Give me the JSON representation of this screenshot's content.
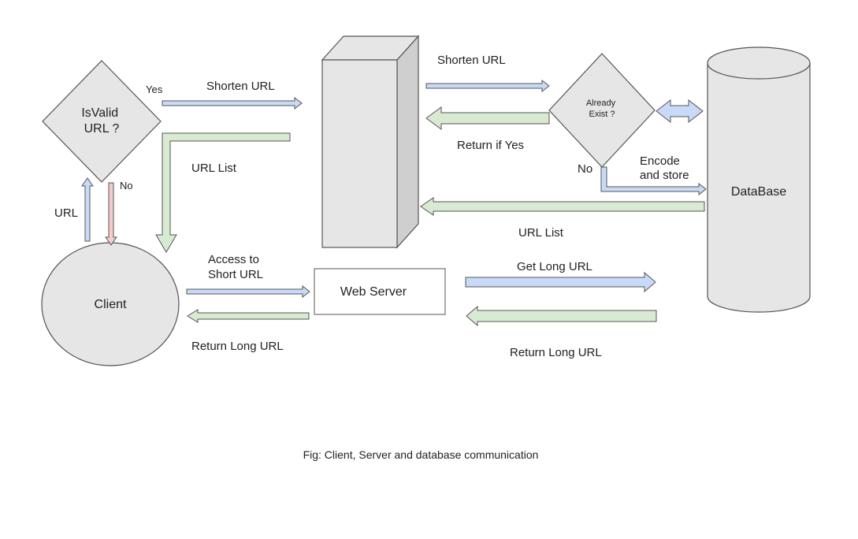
{
  "colors": {
    "blue_fill": "#c9daf8",
    "green_fill": "#d9ead3",
    "red_fill": "#f4cccc",
    "shape_fill": "#e6e6e6",
    "stroke": "#555555"
  },
  "nodes": {
    "is_valid": "IsValid\nURL ?",
    "already_exist": "Already\nExist ?",
    "client": "Client",
    "web_server": "Web Server",
    "database": "DataBase"
  },
  "labels": {
    "yes": "Yes",
    "no_left": "No",
    "url": "URL",
    "shorten_url_1": "Shorten URL",
    "shorten_url_2": "Shorten URL",
    "url_list_1": "URL List",
    "url_list_2": "URL List",
    "return_if_yes": "Return if Yes",
    "no_right": "No",
    "encode_store": "Encode\nand store",
    "access_short": "Access to\nShort URL",
    "get_long": "Get Long  URL",
    "return_long_1": "Return Long URL",
    "return_long_2": "Return Long URL"
  },
  "caption": "Fig: Client, Server and database communication"
}
